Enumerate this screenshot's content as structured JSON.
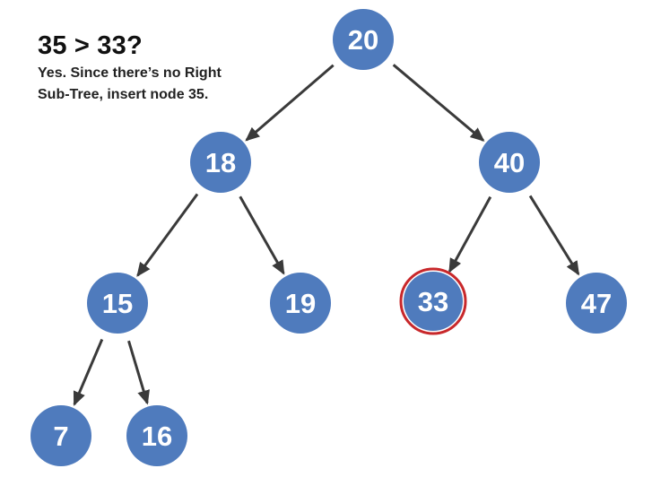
{
  "caption": {
    "headline": "35 > 33?",
    "line1": "Yes. Since there’s no Right",
    "line2": "Sub-Tree, insert node 35."
  },
  "tree": {
    "nodes": [
      {
        "id": "n20",
        "value": "20"
      },
      {
        "id": "n18",
        "value": "18"
      },
      {
        "id": "n40",
        "value": "40"
      },
      {
        "id": "n15",
        "value": "15"
      },
      {
        "id": "n19",
        "value": "19"
      },
      {
        "id": "n33",
        "value": "33",
        "highlighted": true
      },
      {
        "id": "n47",
        "value": "47"
      },
      {
        "id": "n7",
        "value": "7"
      },
      {
        "id": "n16",
        "value": "16"
      }
    ],
    "edges": [
      {
        "from": "n20",
        "to": "n18"
      },
      {
        "from": "n20",
        "to": "n40"
      },
      {
        "from": "n18",
        "to": "n15"
      },
      {
        "from": "n18",
        "to": "n19"
      },
      {
        "from": "n40",
        "to": "n33"
      },
      {
        "from": "n40",
        "to": "n47"
      },
      {
        "from": "n15",
        "to": "n7"
      },
      {
        "from": "n15",
        "to": "n16"
      }
    ]
  },
  "colors": {
    "node_fill": "#4f7bbd",
    "highlight_ring": "#c8282b",
    "arrow": "#3a3a3a",
    "node_text": "#ffffff"
  }
}
